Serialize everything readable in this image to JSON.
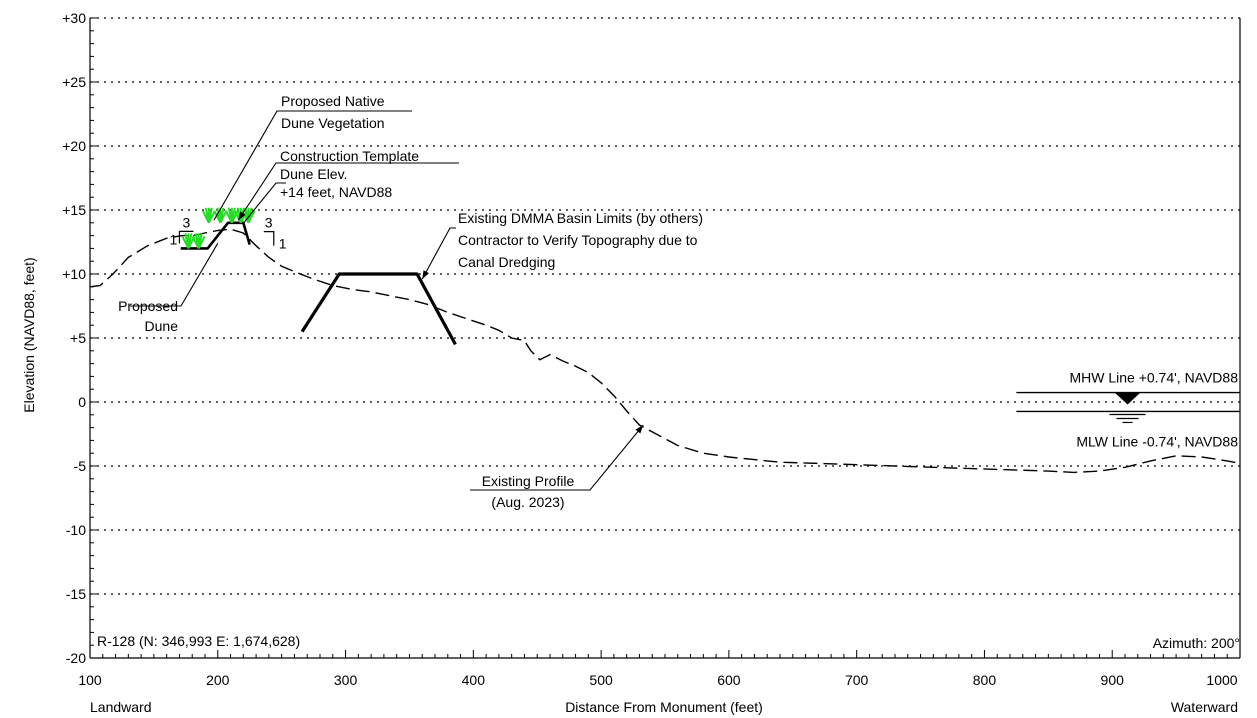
{
  "chart_data": {
    "type": "line",
    "xlabel": "Distance From Monument (feet)",
    "ylabel": "Elevation (NAVD88, feet)",
    "xlim": [
      100,
      1000
    ],
    "ylim": [
      -20,
      30
    ],
    "grid": true,
    "x_ticks": [
      {
        "value": 100,
        "label": "100"
      },
      {
        "value": 200,
        "label": "200"
      },
      {
        "value": 300,
        "label": "300"
      },
      {
        "value": 400,
        "label": "400"
      },
      {
        "value": 500,
        "label": "500"
      },
      {
        "value": 600,
        "label": "600"
      },
      {
        "value": 700,
        "label": "700"
      },
      {
        "value": 800,
        "label": "800"
      },
      {
        "value": 900,
        "label": "900"
      },
      {
        "value": 1000,
        "label": "1000"
      }
    ],
    "y_ticks": [
      {
        "value": 30,
        "label": "+30"
      },
      {
        "value": 25,
        "label": "+25"
      },
      {
        "value": 20,
        "label": "+20"
      },
      {
        "value": 15,
        "label": "+15"
      },
      {
        "value": 10,
        "label": "+10"
      },
      {
        "value": 5,
        "label": "+5"
      },
      {
        "value": 0,
        "label": "0"
      },
      {
        "value": -5,
        "label": "-5"
      },
      {
        "value": -10,
        "label": "-10"
      },
      {
        "value": -15,
        "label": "-15"
      },
      {
        "value": -20,
        "label": "-20"
      }
    ],
    "x_end_labels": {
      "left": "Landward",
      "right": "Waterward"
    },
    "corner_labels": {
      "monument": "R-128 (N: 346,993 E: 1,674,628)",
      "azimuth": "Azimuth: 200°"
    },
    "series": [
      {
        "name": "Existing Profile",
        "style": "dashed",
        "x": [
          100,
          108,
          118,
          130,
          145,
          160,
          172,
          180,
          190,
          200,
          210,
          220,
          230,
          240,
          250,
          262,
          275,
          290,
          305,
          320,
          335,
          350,
          365,
          380,
          395,
          410,
          420,
          430,
          440,
          445,
          452,
          460,
          470,
          480,
          490,
          500,
          510,
          520,
          530,
          545,
          560,
          580,
          600,
          620,
          640,
          670,
          700,
          730,
          760,
          790,
          820,
          850,
          870,
          890,
          910,
          930,
          950,
          970,
          990,
          1000
        ],
        "y": [
          9.0,
          9.1,
          10.0,
          11.3,
          12.2,
          12.8,
          13.0,
          13.0,
          13.2,
          13.4,
          13.5,
          13.2,
          12.2,
          11.3,
          10.6,
          10.1,
          9.6,
          9.1,
          8.8,
          8.6,
          8.3,
          8.0,
          7.6,
          7.0,
          6.5,
          6.0,
          5.6,
          5.0,
          4.8,
          4.0,
          3.3,
          3.7,
          3.2,
          2.8,
          2.3,
          1.5,
          0.5,
          -0.7,
          -1.8,
          -2.6,
          -3.4,
          -4.0,
          -4.3,
          -4.5,
          -4.7,
          -4.8,
          -4.9,
          -5.0,
          -5.1,
          -5.2,
          -5.3,
          -5.4,
          -5.5,
          -5.4,
          -5.1,
          -4.6,
          -4.2,
          -4.3,
          -4.6,
          -4.8
        ]
      },
      {
        "name": "Construction Template",
        "style": "solid",
        "x": [
          171,
          192,
          208,
          220,
          225
        ],
        "y": [
          12.0,
          12.0,
          14.0,
          14.0,
          12.3
        ]
      },
      {
        "name": "Existing DMMA Basin Limits",
        "style": "bold",
        "x": [
          266,
          295,
          356,
          386
        ],
        "y": [
          5.5,
          10.0,
          10.0,
          4.5
        ]
      }
    ],
    "water_levels": [
      {
        "label": "MHW Line +0.74', NAVD88",
        "y": 0.74,
        "x_start": 825,
        "x_end": 1000
      },
      {
        "label": "MLW Line -0.74', NAVD88",
        "y": -0.74,
        "x_start": 825,
        "x_end": 1000
      }
    ],
    "slopes": [
      {
        "run": "3",
        "rise": "1",
        "side": "landward"
      },
      {
        "run": "3",
        "rise": "1",
        "side": "waterward"
      }
    ],
    "annotations": [
      {
        "id": "vegetation",
        "lines": [
          "Proposed Native",
          "Dune Vegetation"
        ],
        "target": [
          197,
          14.2
        ]
      },
      {
        "id": "template",
        "lines": [
          "Construction Template",
          "Dune Elev.",
          "+14 feet, NAVD88"
        ],
        "target": [
          216,
          14.2
        ]
      },
      {
        "id": "basin",
        "lines": [
          "Existing DMMA Basin Limits (by others)",
          "Contractor to Verify Topography due to",
          "Canal Dredging"
        ],
        "target": [
          360,
          9.6
        ]
      },
      {
        "id": "dune",
        "lines": [
          "Proposed",
          "Dune"
        ],
        "target": [
          200,
          12.4
        ]
      },
      {
        "id": "profile",
        "lines": [
          "Existing Profile",
          "(Aug. 2023)"
        ],
        "target": [
          533,
          -1.8
        ]
      }
    ],
    "colors": {
      "axis": "#000000",
      "grid": "#000000",
      "vegetation": "#22dd22",
      "profile": "#000000"
    }
  }
}
